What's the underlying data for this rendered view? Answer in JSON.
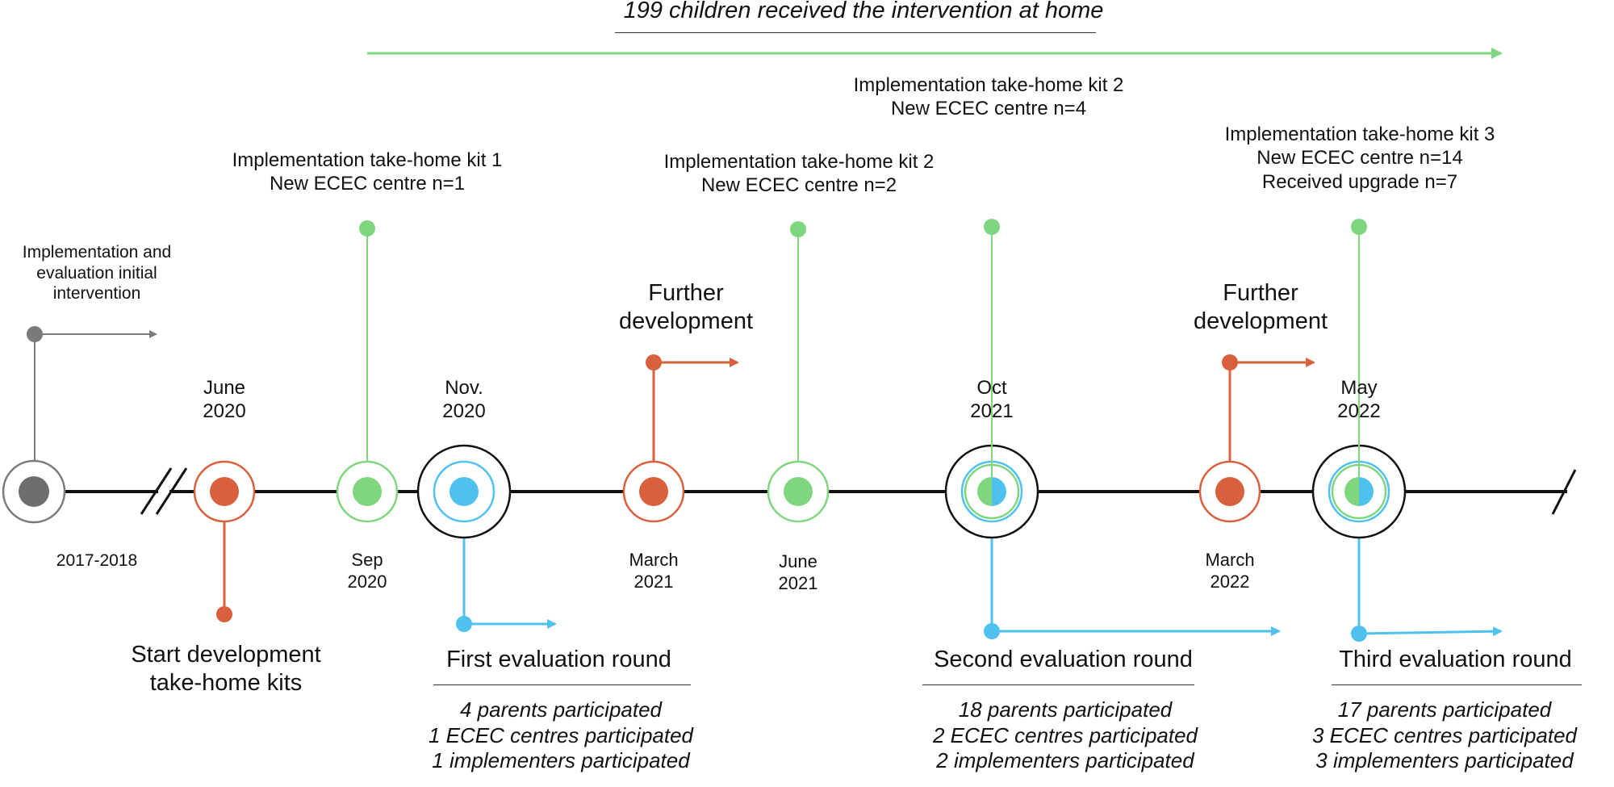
{
  "colors": {
    "gray": "#7a7a7a",
    "orange": "#d9603d",
    "green": "#7fd67f",
    "blue": "#4fc1ef",
    "black": "#111111"
  },
  "banner": "199 children received the intervention at home",
  "initial": {
    "label_lines": [
      "Implementation and",
      "evaluation initial",
      "intervention"
    ],
    "period": "2017-2018"
  },
  "milestones": [
    {
      "id": "june2020",
      "type": "orange",
      "above": [
        "June",
        "2020"
      ],
      "below": []
    },
    {
      "id": "sep2020",
      "type": "green",
      "above": [],
      "below": [
        "Sep",
        "2020"
      ]
    },
    {
      "id": "nov2020",
      "type": "blue-eval",
      "above": [
        "Nov.",
        "2020"
      ],
      "below": []
    },
    {
      "id": "march2021",
      "type": "orange",
      "above": [],
      "below": [
        "March",
        "2021"
      ]
    },
    {
      "id": "june2021",
      "type": "green",
      "above": [],
      "below": [
        "June",
        "2021"
      ]
    },
    {
      "id": "oct2021",
      "type": "mixed-eval",
      "above": [
        "Oct",
        "2021"
      ],
      "below": []
    },
    {
      "id": "march2022",
      "type": "orange",
      "above": [],
      "below": [
        "March",
        "2022"
      ]
    },
    {
      "id": "may2022",
      "type": "mixed-eval",
      "above": [
        "May",
        "2022"
      ],
      "below": []
    }
  ],
  "kits": [
    {
      "id": "kit1",
      "lines": [
        "Implementation take-home kit 1",
        "New ECEC centre n=1"
      ]
    },
    {
      "id": "kit2a",
      "lines": [
        "Implementation take-home kit 2",
        "New ECEC centre n=2"
      ]
    },
    {
      "id": "kit2b",
      "lines": [
        "Implementation take-home kit 2",
        "New ECEC centre n=4"
      ]
    },
    {
      "id": "kit3",
      "lines": [
        "Implementation take-home kit 3",
        "New ECEC centre n=14",
        "Received upgrade n=7"
      ]
    }
  ],
  "development": {
    "start_lines": [
      "Start development",
      "take-home kits"
    ],
    "further_lines": [
      "Further",
      "development"
    ]
  },
  "evaluations": [
    {
      "id": "first",
      "title": "First evaluation round",
      "lines": [
        "4 parents participated",
        "1 ECEC centres participated",
        "1 implementers participated"
      ]
    },
    {
      "id": "second",
      "title": "Second evaluation round",
      "lines": [
        "18 parents participated",
        "2 ECEC centres participated",
        "2 implementers participated"
      ]
    },
    {
      "id": "third",
      "title": "Third evaluation round",
      "lines": [
        "17 parents participated",
        "3 ECEC centres participated",
        "3 implementers participated"
      ]
    }
  ]
}
